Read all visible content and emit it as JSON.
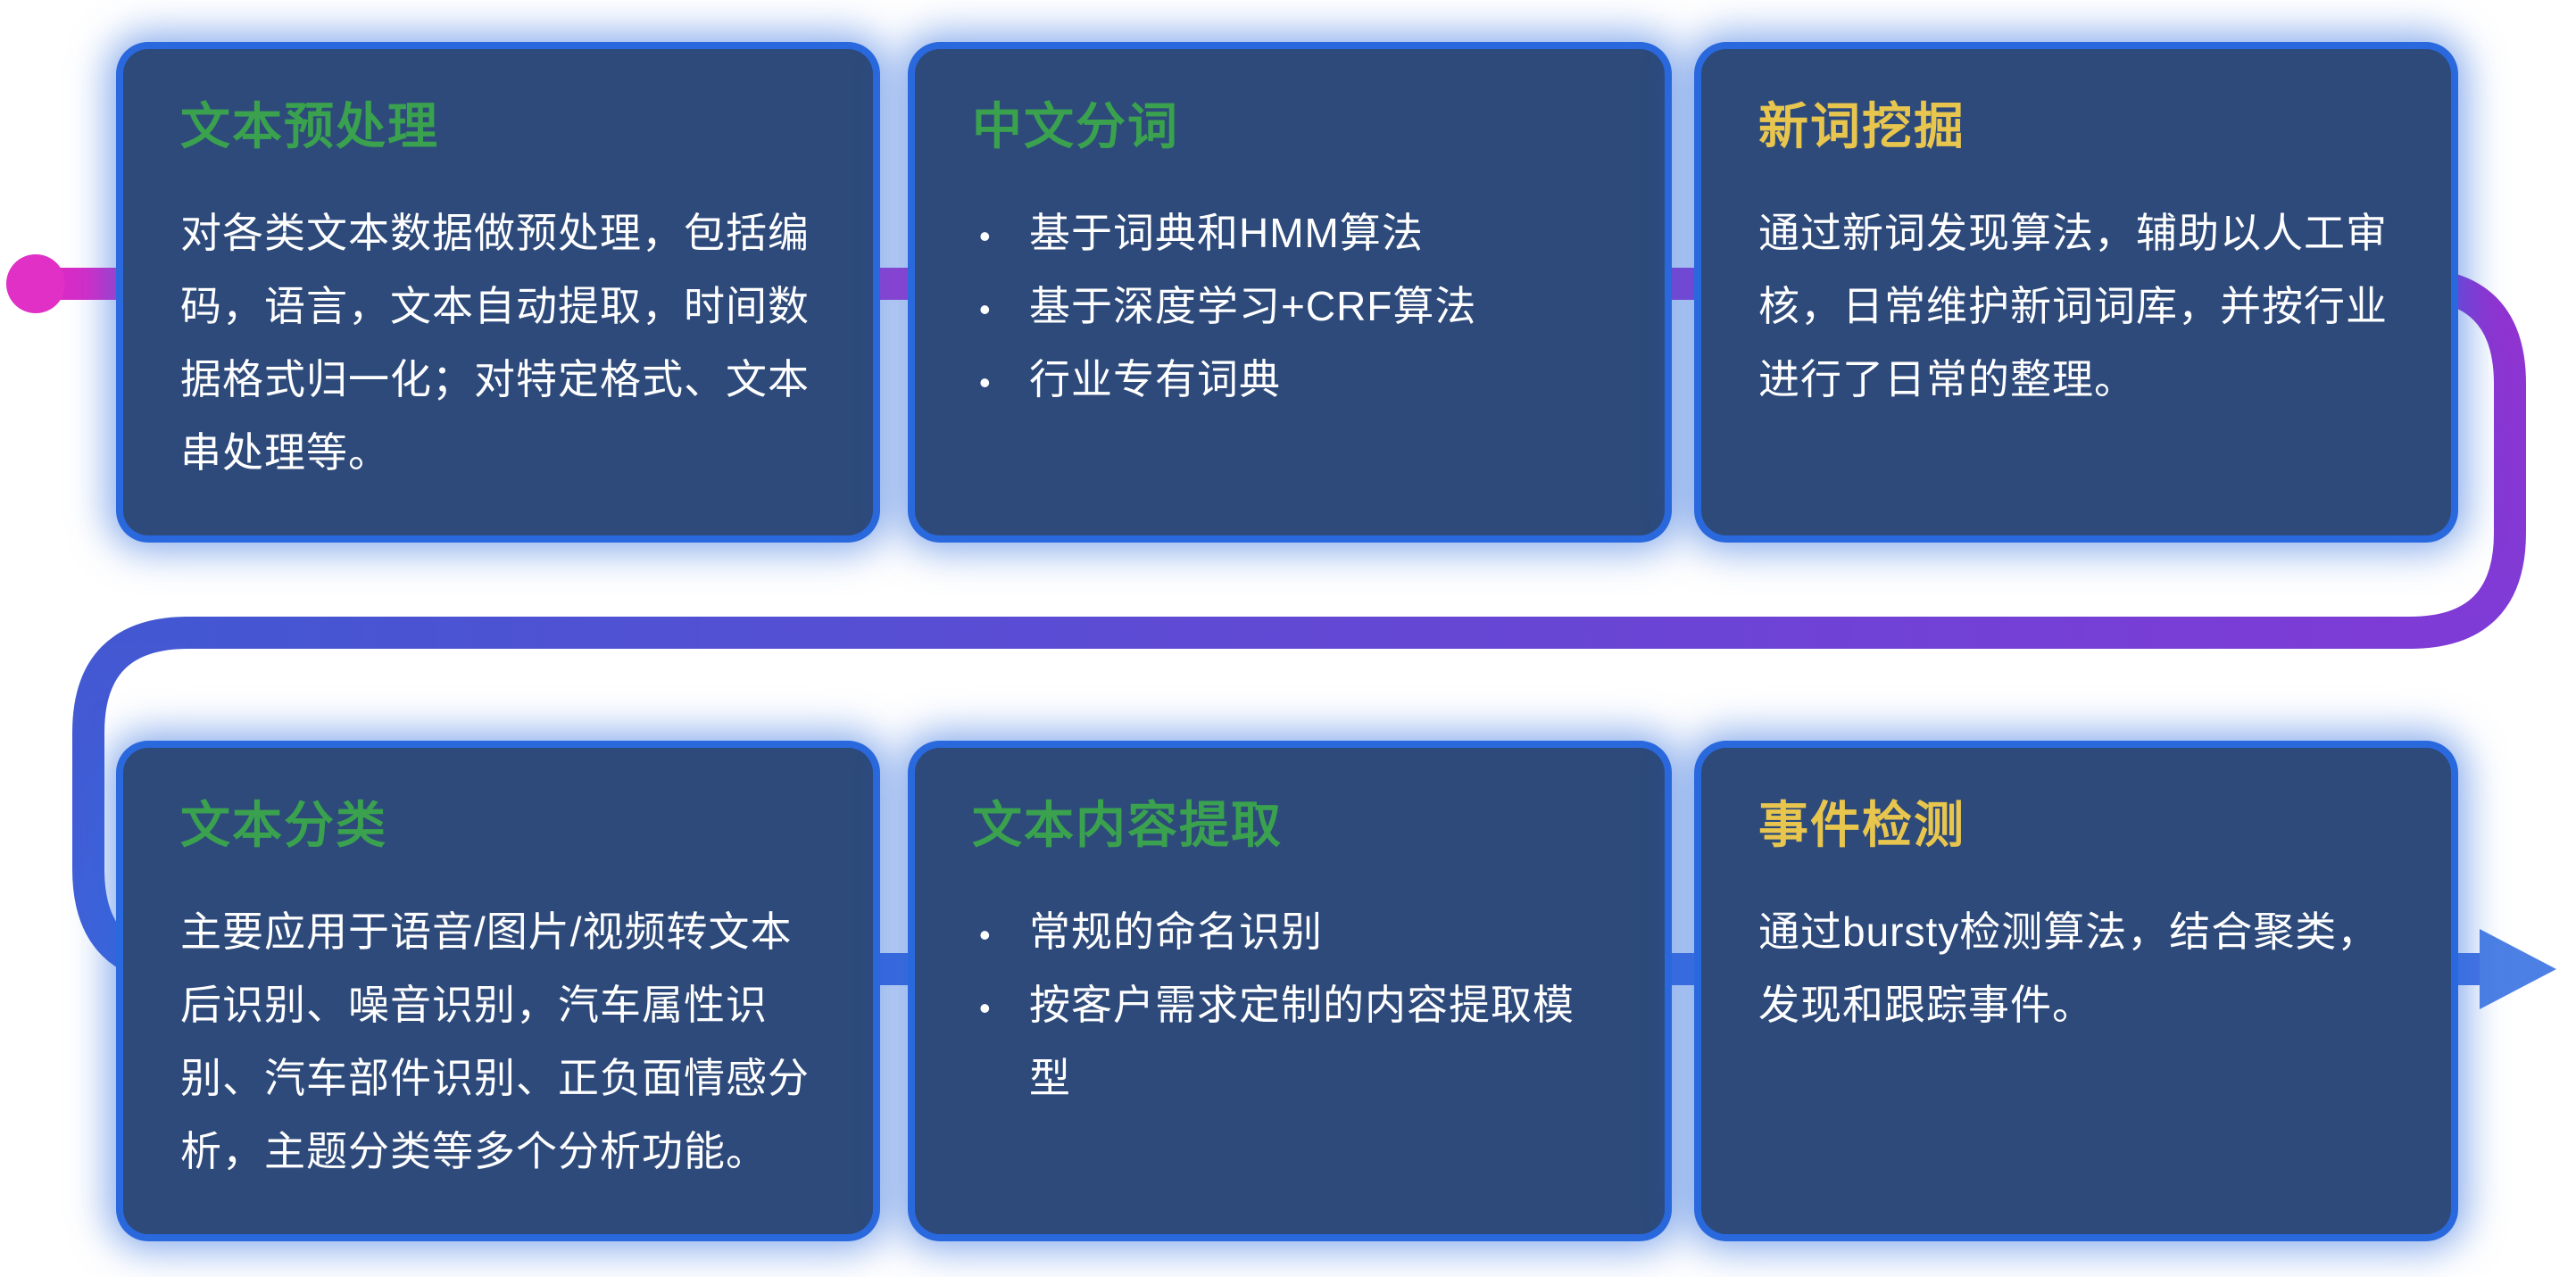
{
  "page": {
    "background": "#ffffff"
  },
  "theme": {
    "card_bg": "#2d4a7b",
    "card_glow": "#2a69dd",
    "body_text": "#ffffff",
    "title_green": "#3aa14e",
    "title_yellow": "#e8c64e"
  },
  "flow": {
    "colors": {
      "start_dot": "#e030c6",
      "magenta": "#d92cc7",
      "purple_mid": "#9233d0",
      "purple": "#7e3bd6",
      "blue_purple": "#4457d2",
      "blue": "#3f63da",
      "blue_end": "#4673e2",
      "arrow": "#4d80e4"
    }
  },
  "cards": [
    {
      "id": "text-preprocessing",
      "title": "文本预处理",
      "accent": "green",
      "body": "对各类文本数据做预处理，包括编码，语言，文本自动提取，时间数据格式归一化；对特定格式、文本串处理等。",
      "bullets": []
    },
    {
      "id": "chinese-word-segmentation",
      "title": "中文分词",
      "accent": "green",
      "body": "",
      "bullets": [
        "基于词典和HMM算法",
        "基于深度学习+CRF算法",
        "行业专有词典"
      ]
    },
    {
      "id": "new-word-mining",
      "title": "新词挖掘",
      "accent": "yellow",
      "body": "通过新词发现算法，辅助以人工审核，日常维护新词词库，并按行业进行了日常的整理。",
      "bullets": []
    },
    {
      "id": "text-classification",
      "title": "文本分类",
      "accent": "green",
      "body": "主要应用于语音/图片/视频转文本后识别、噪音识别，汽车属性识别、汽车部件识别、正负面情感分析，主题分类等多个分析功能。",
      "bullets": []
    },
    {
      "id": "text-content-extraction",
      "title": "文本内容提取",
      "accent": "green",
      "body": "",
      "bullets": [
        "常规的命名识别",
        "按客户需求定制的内容提取模型"
      ]
    },
    {
      "id": "event-detection",
      "title": "事件检测",
      "accent": "yellow",
      "body": "通过bursty检测算法，结合聚类，发现和跟踪事件。",
      "bullets": []
    }
  ]
}
